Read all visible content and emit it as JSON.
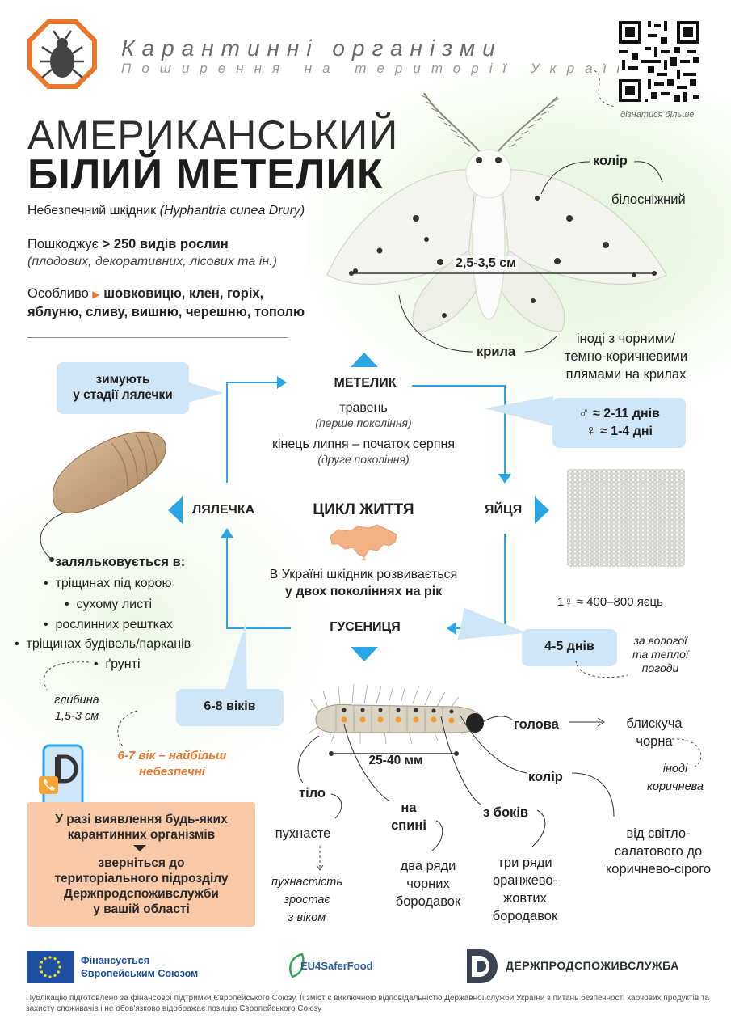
{
  "header": {
    "title": "Карантинні організми",
    "subtitle": "Поширення на території України",
    "qr_caption": "дізнатися більше"
  },
  "main": {
    "title_line1": "АМЕРИКАНСЬКИЙ",
    "title_line2": "БІЛИЙ МЕТЕЛИК",
    "desc_prefix": "Небезпечний шкідник ",
    "desc_latin": "(Hyphantria cunea Drury)",
    "damage_prefix": "Пошкоджує ",
    "damage_bold": "> 250 видів рослин",
    "damage_sub": "(плодових, декоративних, лісових та ін.)",
    "especially_prefix": "Особливо",
    "especially_line1": "шовковицю, клен, горіх,",
    "especially_line2": "яблуню, сливу, вишню, черешню, тополю"
  },
  "moth": {
    "color_label": "колір",
    "color_value": "білосніжний",
    "size": "2,5-3,5 см",
    "wings_label": "крила",
    "wings_line1": "іноді з чорними/",
    "wings_line2": "темно-коричневими",
    "wings_line3": "плямами на крилах"
  },
  "cycle": {
    "title": "ЦИКЛ ЖИТТЯ",
    "butterfly": "МЕТЕЛИК",
    "may": "травень",
    "first_gen": "(перше покоління)",
    "july_aug": "кінець липня – початок серпня",
    "second_gen": "(друге покоління)",
    "pupa": "ЛЯЛЕЧКА",
    "egg": "ЯЙЦЯ",
    "caterpillar": "ГУСЕНИЦЯ",
    "ukraine_line1": "В Україні шкідник розвивається",
    "ukraine_line2": "у двох поколіннях на рік"
  },
  "bubbles": {
    "winter_line1": "зимують",
    "winter_line2": "у стадії лялечки",
    "male_days": "≈ 2-11 днів",
    "female_days": "≈ 1-4 дні",
    "egg_days": "4-5 днів",
    "instars": "6-8 віків"
  },
  "symbols": {
    "male": "♂",
    "female": "♀"
  },
  "eggs": {
    "count": "1♀ ≈ 400–800 яєць",
    "humid_line1": "за вологої",
    "humid_line2": "та теплої",
    "humid_line3": "погоди"
  },
  "pupa": {
    "label": "заляльковується в:",
    "items": [
      "тріщинах під корою",
      "сухому листі",
      "рослинних рештках",
      "тріщинах будівель/парканів",
      "ґрунті"
    ],
    "depth_line1": "глибина",
    "depth_line2": "1,5-3 см"
  },
  "warning": {
    "line1": "6-7 вік – найбільш",
    "line2": "небезпечні"
  },
  "caterpillar": {
    "size": "25-40 мм",
    "head_label": "голова",
    "head_value_line1": "блискуча",
    "head_value_line2": "чорна",
    "head_alt_line1": "іноді",
    "head_alt_line2": "коричнева",
    "color_label": "колір",
    "color_line1": "від світло-",
    "color_line2": "салатового до",
    "color_line3": "коричнево-сірого",
    "body_label": "тіло",
    "body_value": "пухнасте",
    "body_note_line1": "пухнастість",
    "body_note_line2": "зростає",
    "body_note_line3": "з віком",
    "back_label_line1": "на",
    "back_label_line2": "спині",
    "back_value_line1": "два ряди",
    "back_value_line2": "чорних",
    "back_value_line3": "бородавок",
    "sides_label": "з боків",
    "sides_line1": "три ряди",
    "sides_line2": "оранжево-",
    "sides_line3": "жовтих",
    "sides_line4": "бородавок"
  },
  "contact": {
    "line1": "У разі виявлення будь-яких",
    "line2": "карантинних організмів",
    "line3": "зверніться до",
    "line4": "територіального підрозділу",
    "line5": "Держпродспоживслужби",
    "line6": "у вашій області"
  },
  "footer": {
    "eu_line1": "Фінансується",
    "eu_line2": "Європейським Союзом",
    "eu4": "EU4SaferFood",
    "agency": "ДЕРЖПРОДСПОЖИВСЛУЖБА",
    "disclaimer": "Публікацію підготовлено за фінансової підтримки Європейського Союзу. Її зміст є виключною відповідальністю Державної служби України з питань безпечності харчових продуктів та захисту споживачів і не обов'язково відображає позицію Європейського Союзу"
  },
  "colors": {
    "accent_blue": "#2aa6e6",
    "bubble_blue": "#cfe6f8",
    "orange": "#e8762d",
    "orange_box": "#f9c9a8",
    "eu_blue": "#1f4fa0"
  }
}
